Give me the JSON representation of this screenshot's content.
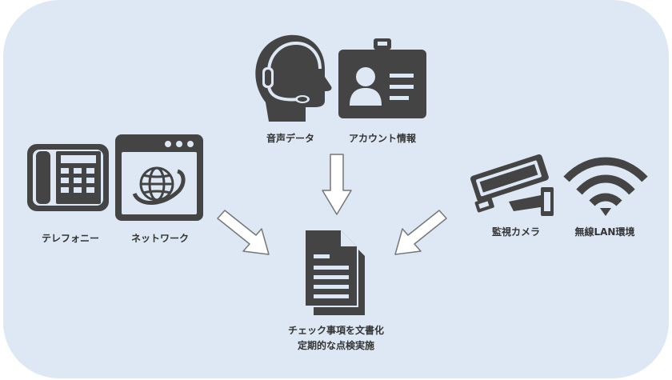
{
  "nodes": {
    "voice": "音声データ",
    "account": "アカウント情報",
    "telephony": "テレフォニー",
    "network": "ネットワーク",
    "camera": "監視カメラ",
    "wifi": "無線LAN環境"
  },
  "center": {
    "line1": "チェック事項を文書化",
    "line2": "定期的な点検実施"
  },
  "colors": {
    "background": "#dde8f4",
    "icon": "#444444",
    "arrow_fill": "#ffffff",
    "arrow_stroke": "#777777"
  },
  "icons": [
    "headset-person-icon",
    "id-badge-icon",
    "office-phone-icon",
    "browser-globe-icon",
    "security-camera-icon",
    "wifi-icon",
    "documents-icon"
  ]
}
